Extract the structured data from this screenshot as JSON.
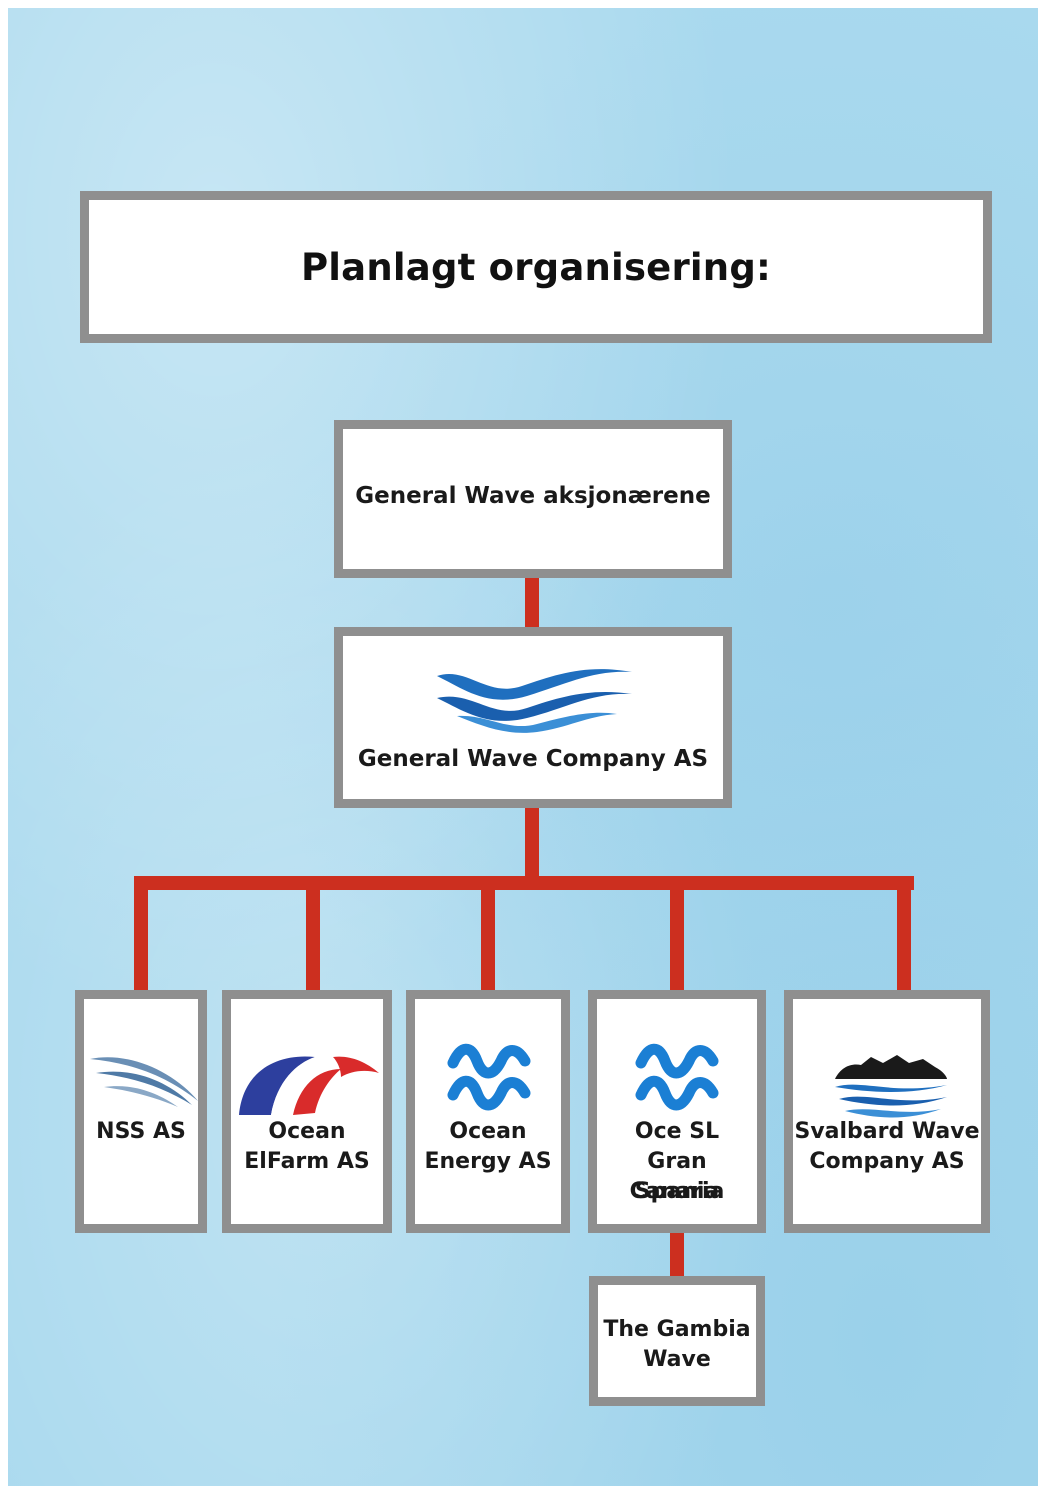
{
  "title": "Planlagt organisering:",
  "root": {
    "label": "General Wave aksjonærene"
  },
  "parent": {
    "label": "General Wave Company AS",
    "logo": "blue-wave-logo"
  },
  "subsidiaries": [
    {
      "label": [
        "NSS AS"
      ],
      "logo": "nss-swoosh-logo"
    },
    {
      "label": [
        "Ocean",
        "ElFarm AS"
      ],
      "logo": "flag-arch-logo"
    },
    {
      "label": [
        "Ocean",
        "Energy AS"
      ],
      "logo": "double-wave-logo"
    },
    {
      "label": [
        "Oce SL",
        "Gran Canaria",
        "Spania"
      ],
      "logo": "double-wave-logo"
    },
    {
      "label": [
        "Svalbard Wave",
        "Company AS"
      ],
      "logo": "island-wave-logo"
    }
  ],
  "sub_subsidiary": {
    "label": [
      "The Gambia",
      "Wave"
    ]
  },
  "colors": {
    "connector": "#cc2f1f",
    "border": "#8f8f8f",
    "background": "#a9d9ee",
    "wave": "#1f6fbf"
  }
}
